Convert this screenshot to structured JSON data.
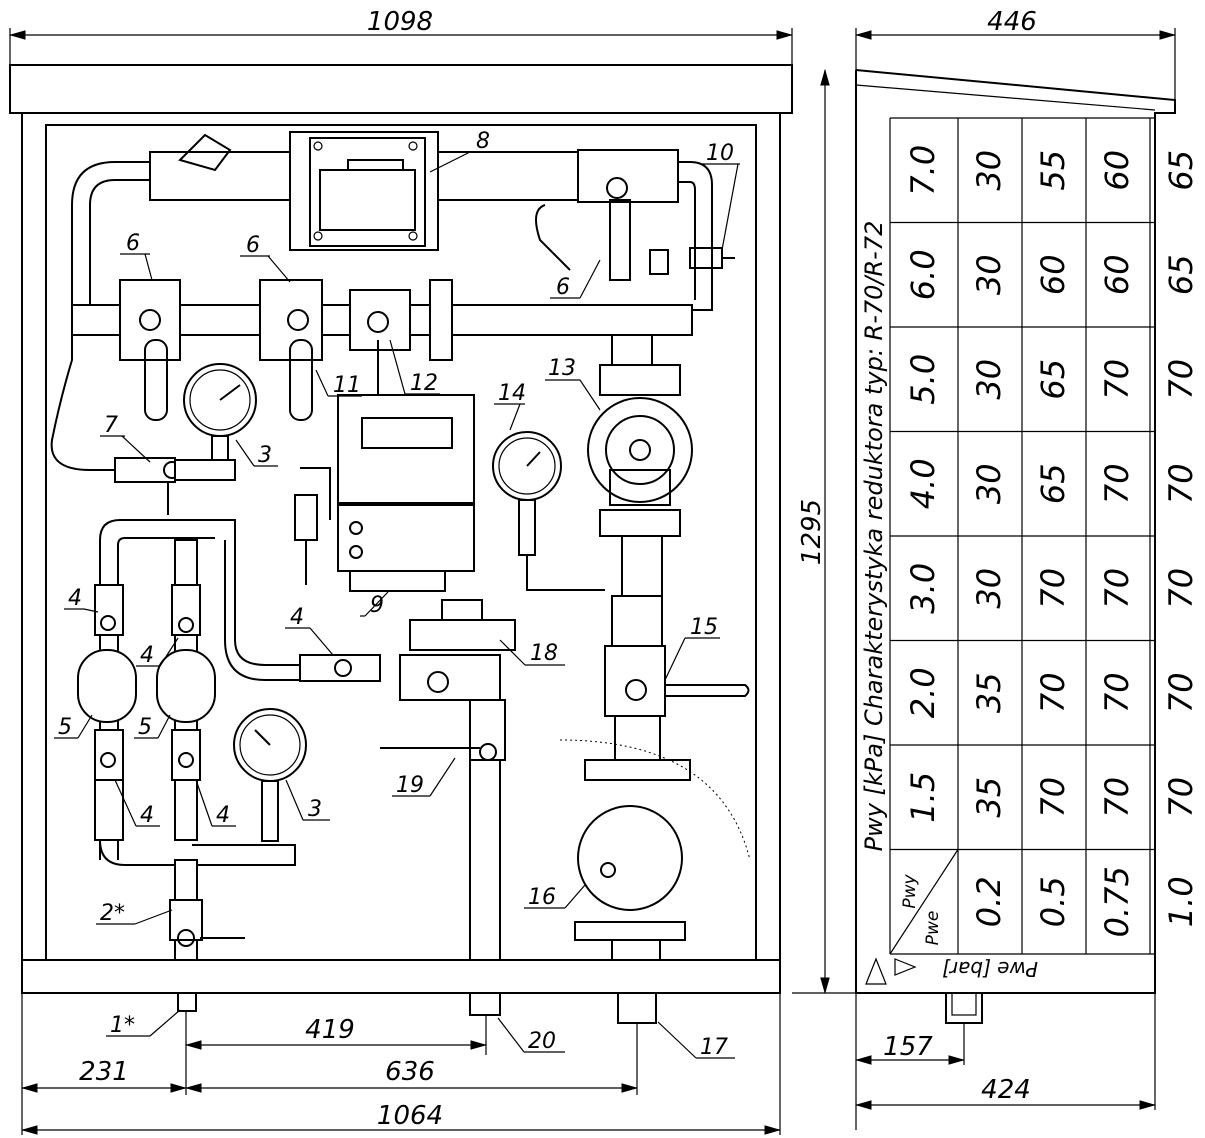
{
  "dimensions": {
    "top_width": "1098",
    "side_width": "446",
    "height": "1295",
    "bottom_419": "419",
    "bottom_231": "231",
    "bottom_636": "636",
    "bottom_1064": "1064",
    "side_157": "157",
    "side_424": "424"
  },
  "labels": {
    "l1": "1*",
    "l2": "2*",
    "l3a": "3",
    "l3b": "3",
    "l4a": "4",
    "l4b": "4",
    "l4c": "4",
    "l4d": "4",
    "l4e": "4",
    "l5a": "5",
    "l5b": "5",
    "l6a": "6",
    "l6b": "6",
    "l6c": "6",
    "l7": "7",
    "l8": "8",
    "l9": "9",
    "l10": "10",
    "l11": "11",
    "l12": "12",
    "l13": "13",
    "l14": "14",
    "l15": "15",
    "l16": "16",
    "l17": "17",
    "l18": "18",
    "l19": "19",
    "l20": "20"
  },
  "table": {
    "title": "Pwy [kPa] Charakterystyka reduktora typ: R-70/R-72",
    "pwy_label": "Pwy",
    "pwe_label": "Pwe",
    "pwe_axis": "Pwe [bar]",
    "pwy_values": [
      "7.0",
      "6.0",
      "5.0",
      "4.0",
      "3.0",
      "2.0",
      "1.5"
    ],
    "pwe_values": [
      "0.2",
      "0.5",
      "0.75",
      "1.0"
    ],
    "rows": [
      [
        "30",
        "55",
        "60",
        "65"
      ],
      [
        "30",
        "60",
        "60",
        "65"
      ],
      [
        "30",
        "65",
        "70",
        "70"
      ],
      [
        "30",
        "65",
        "70",
        "70"
      ],
      [
        "30",
        "70",
        "70",
        "70"
      ],
      [
        "35",
        "70",
        "70",
        "70"
      ],
      [
        "35",
        "70",
        "70",
        "70"
      ]
    ]
  }
}
